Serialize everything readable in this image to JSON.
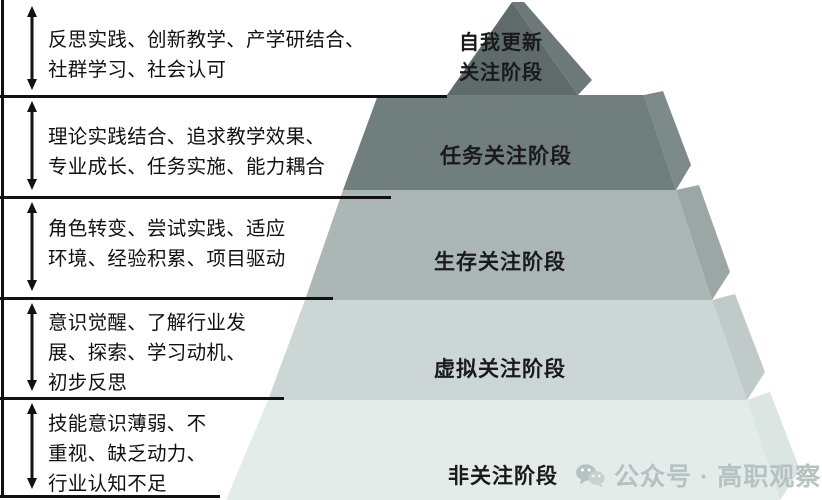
{
  "diagram": {
    "title": "教师专业发展关注阶段金字塔",
    "type": "pyramid",
    "orientation": "bottom-up",
    "tier_count": 5
  },
  "pyramid": {
    "tiers": [
      {
        "level": 5,
        "label": "自我更新\n关注阶段",
        "label_line1": "自我更新",
        "label_line2": "关注阶段",
        "color": "#5f6b6b",
        "side_color": "#6d7878"
      },
      {
        "level": 4,
        "label": "任务关注阶段",
        "color": "#707e7e",
        "side_color": "#7d8a8a"
      },
      {
        "level": 3,
        "label": "生存关注阶段",
        "color": "#abb7b4",
        "side_color": "#9aa7a4"
      },
      {
        "level": 2,
        "label": "虚拟关注阶段",
        "color": "#ccd6d4",
        "side_color": "#c0cbc9"
      },
      {
        "level": 1,
        "label": "非关注阶段",
        "color": "#e4ecea",
        "side_color": "#dbe5e2"
      }
    ]
  },
  "descriptors": [
    {
      "tier_level": 5,
      "lines": [
        "反思实践、创新教学、产学研结合、",
        "社群学习、社会认可"
      ]
    },
    {
      "tier_level": 4,
      "lines": [
        "理论实践结合、追求教学效果、",
        "专业成长、任务实施、能力耦合"
      ]
    },
    {
      "tier_level": 3,
      "lines": [
        "角色转变、尝试实践、适应",
        "环境、经验积累、项目驱动"
      ]
    },
    {
      "tier_level": 2,
      "lines": [
        "意识觉醒、了解行业发",
        "展、探索、学习动机、",
        "初步反思"
      ]
    },
    {
      "tier_level": 1,
      "lines": [
        "技能意识薄弱、不",
        "重视、缺乏动力、",
        "行业认知不足"
      ]
    }
  ],
  "watermark": {
    "icon": "wechat-icon",
    "text": "公众号 · 高职观察",
    "color": "#b6c2c2"
  },
  "colors": {
    "line": "#111111",
    "text": "#111111",
    "background": "#ffffff"
  }
}
